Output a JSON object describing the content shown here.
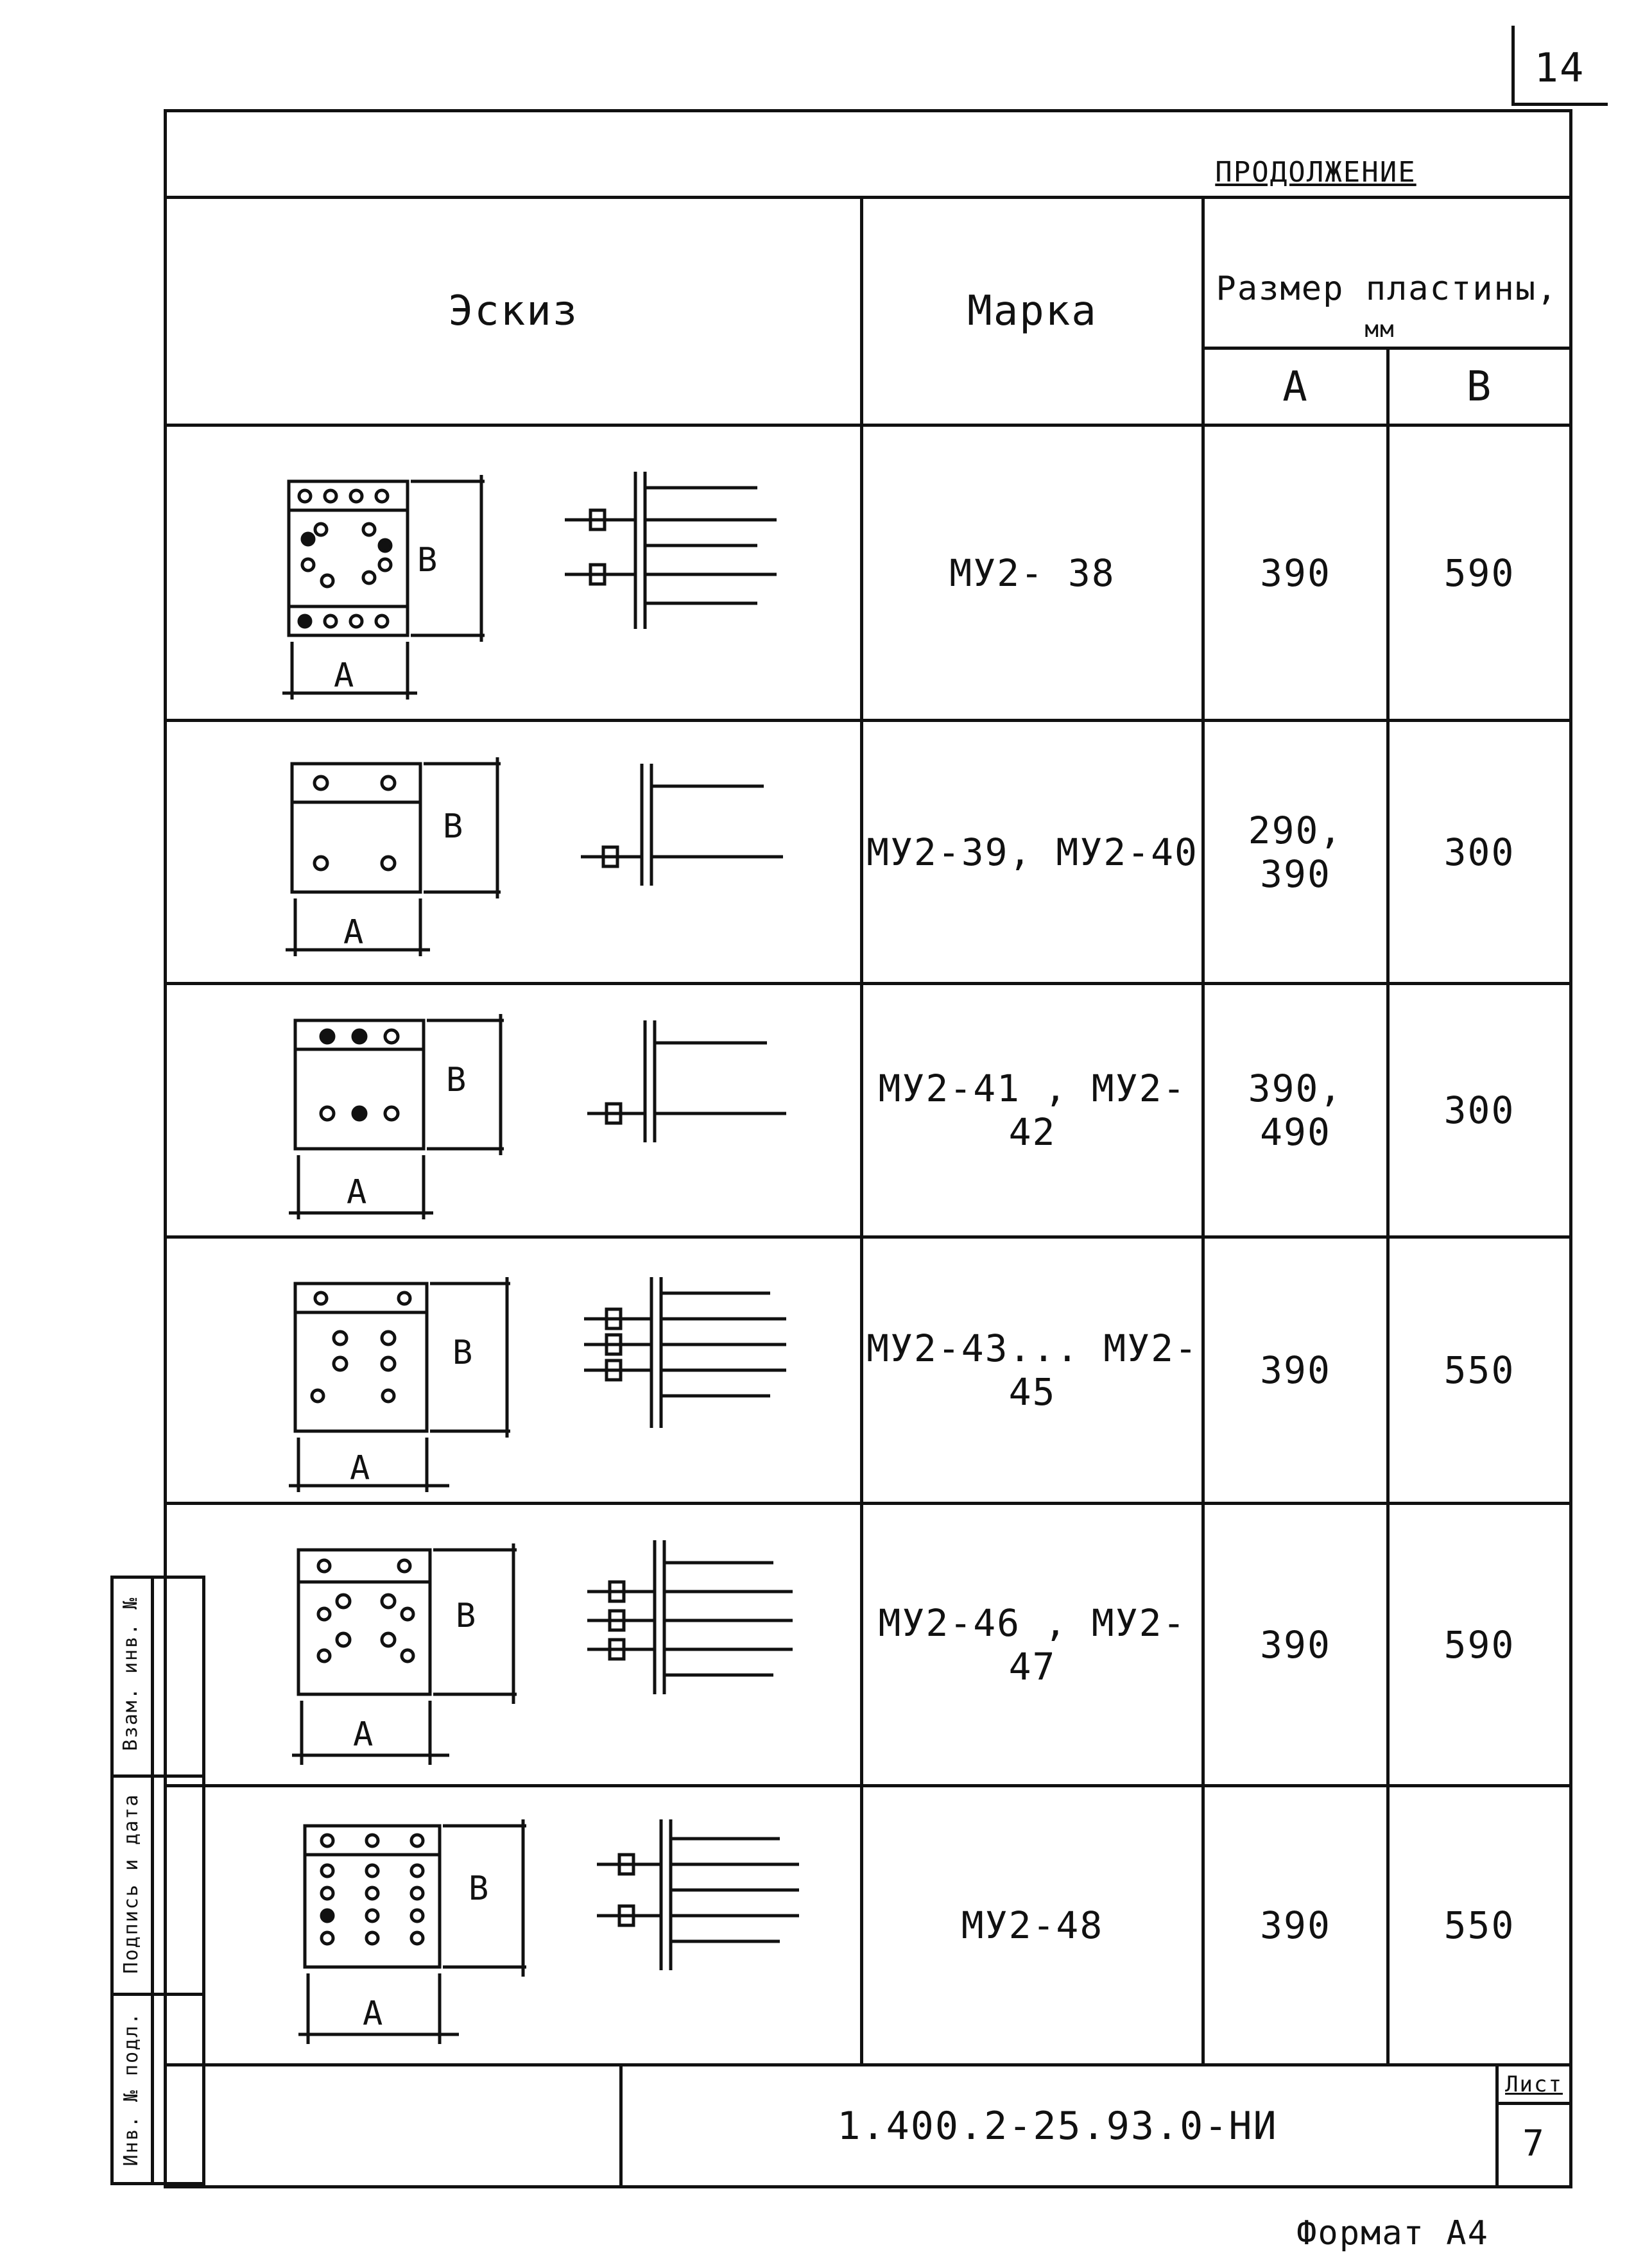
{
  "sheet_number_top": "14",
  "continuation_label": "ПРОДОЛЖЕНИЕ",
  "header": {
    "sketch": "Эскиз",
    "mark": "Марка",
    "plate_size": "Размер пластины,",
    "unit": "мм",
    "col_a": "А",
    "col_b": "В"
  },
  "sketch_labels": {
    "a": "А",
    "b": "В"
  },
  "rows": [
    {
      "mark": "МУ2- 38",
      "a": "390",
      "b": "590"
    },
    {
      "mark": "МУ2-39, МУ2-40",
      "a": "290, 390",
      "b": "300"
    },
    {
      "mark": "МУ2-41 , МУ2-42",
      "a": "390, 490",
      "b": "300"
    },
    {
      "mark": "МУ2-43... МУ2-45",
      "a": "390",
      "b": "550"
    },
    {
      "mark": "МУ2-46 , МУ2-47",
      "a": "390",
      "b": "590"
    },
    {
      "mark": "МУ2-48",
      "a": "390",
      "b": "550"
    }
  ],
  "side_stamp": {
    "inv_podl": "Инв. № подл.",
    "podpis": "Подпись и дата",
    "vzam": "Взам. инв. №"
  },
  "doc_code": "1.400.2-25.93.0-НИ",
  "sheet_label": "Лист",
  "sheet_value": "7",
  "format_label": "Формат А4"
}
